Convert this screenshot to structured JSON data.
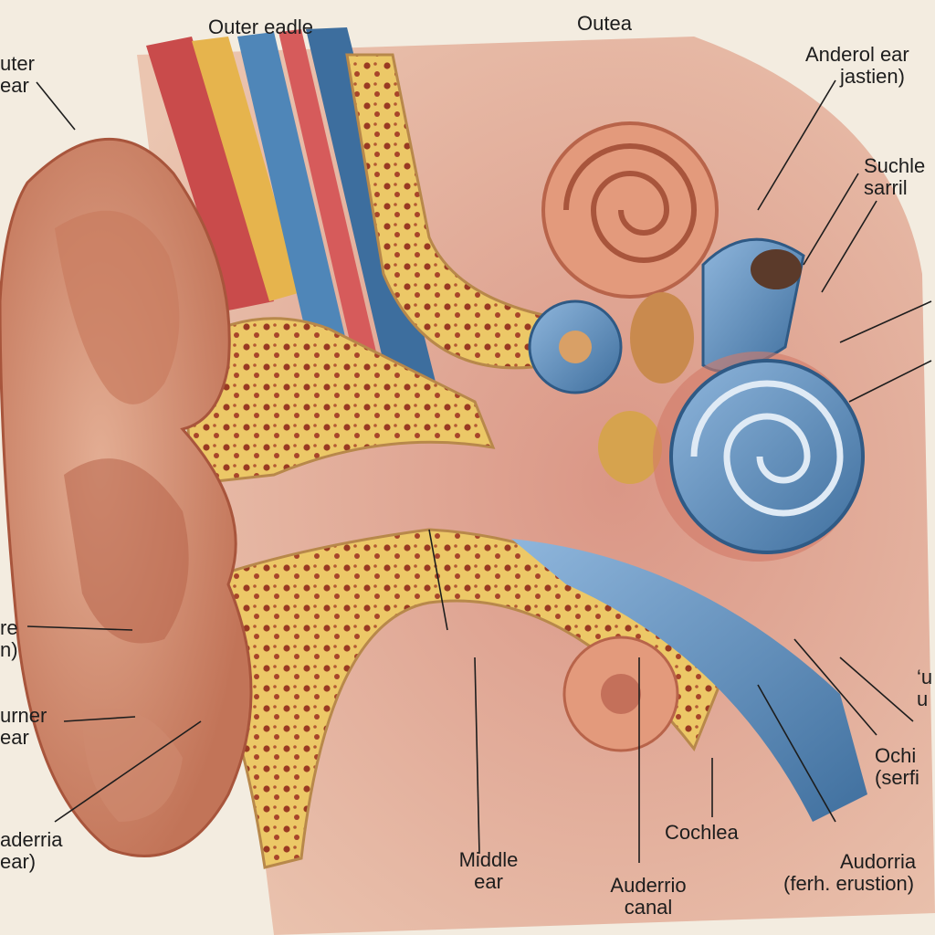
{
  "labels": {
    "top_center_left": "Outer eadle",
    "top_center_right": "Outea",
    "outer_ear_line1": "uter",
    "outer_ear_line2": "ear",
    "anderol_line1": "Anderol ear",
    "anderol_line2": "jastien)",
    "suchl_line1": "Suchle",
    "suchl_line2": "sarril",
    "left_mid_line1": "re",
    "left_mid_line2": "n)",
    "inner_line1": "urner",
    "inner_line2": "ear",
    "auderria_left_line1": "aderria",
    "auderria_left_line2": "ear)",
    "middle_line1": "Middle",
    "middle_line2": "ear",
    "auderrio_line1": "Auderrio",
    "auderrio_line2": "canal",
    "cochlea": "Cochlea",
    "audorria_line1": "Audorria",
    "audorria_line2": "(ferh. erustion)",
    "ochi_line1": "Ochi",
    "ochi_line2": "(serfi",
    "right_edge_line1": "‘u",
    "right_edge_line2": "u"
  },
  "colors": {
    "background": "#f3ece0",
    "skin": "#d99a7f",
    "skin_dark": "#b8644a",
    "bone": "#ecc867",
    "bone_pore": "#9a3a22",
    "canal_blue": "#4f86b8",
    "canal_red": "#d65b5b",
    "cochlea_blue": "#6e98c2"
  }
}
